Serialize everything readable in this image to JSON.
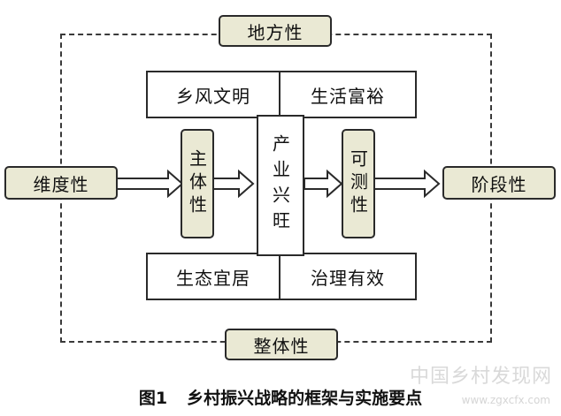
{
  "diagram": {
    "top_label": "地方性",
    "bottom_label": "整体性",
    "left_label": "维度性",
    "right_label": "阶段性",
    "subject_label": "主体性",
    "measurable_label": "可测性",
    "center": "产业兴旺",
    "top_left": "乡风文明",
    "top_right": "生活富裕",
    "bottom_left": "生态宜居",
    "bottom_right": "治理有效"
  },
  "caption": {
    "number": "图1",
    "title": "乡村振兴战略的框架与实施要点"
  },
  "watermark": {
    "text": "中国乡村发现网",
    "url": "www.zgxcfx.com"
  }
}
